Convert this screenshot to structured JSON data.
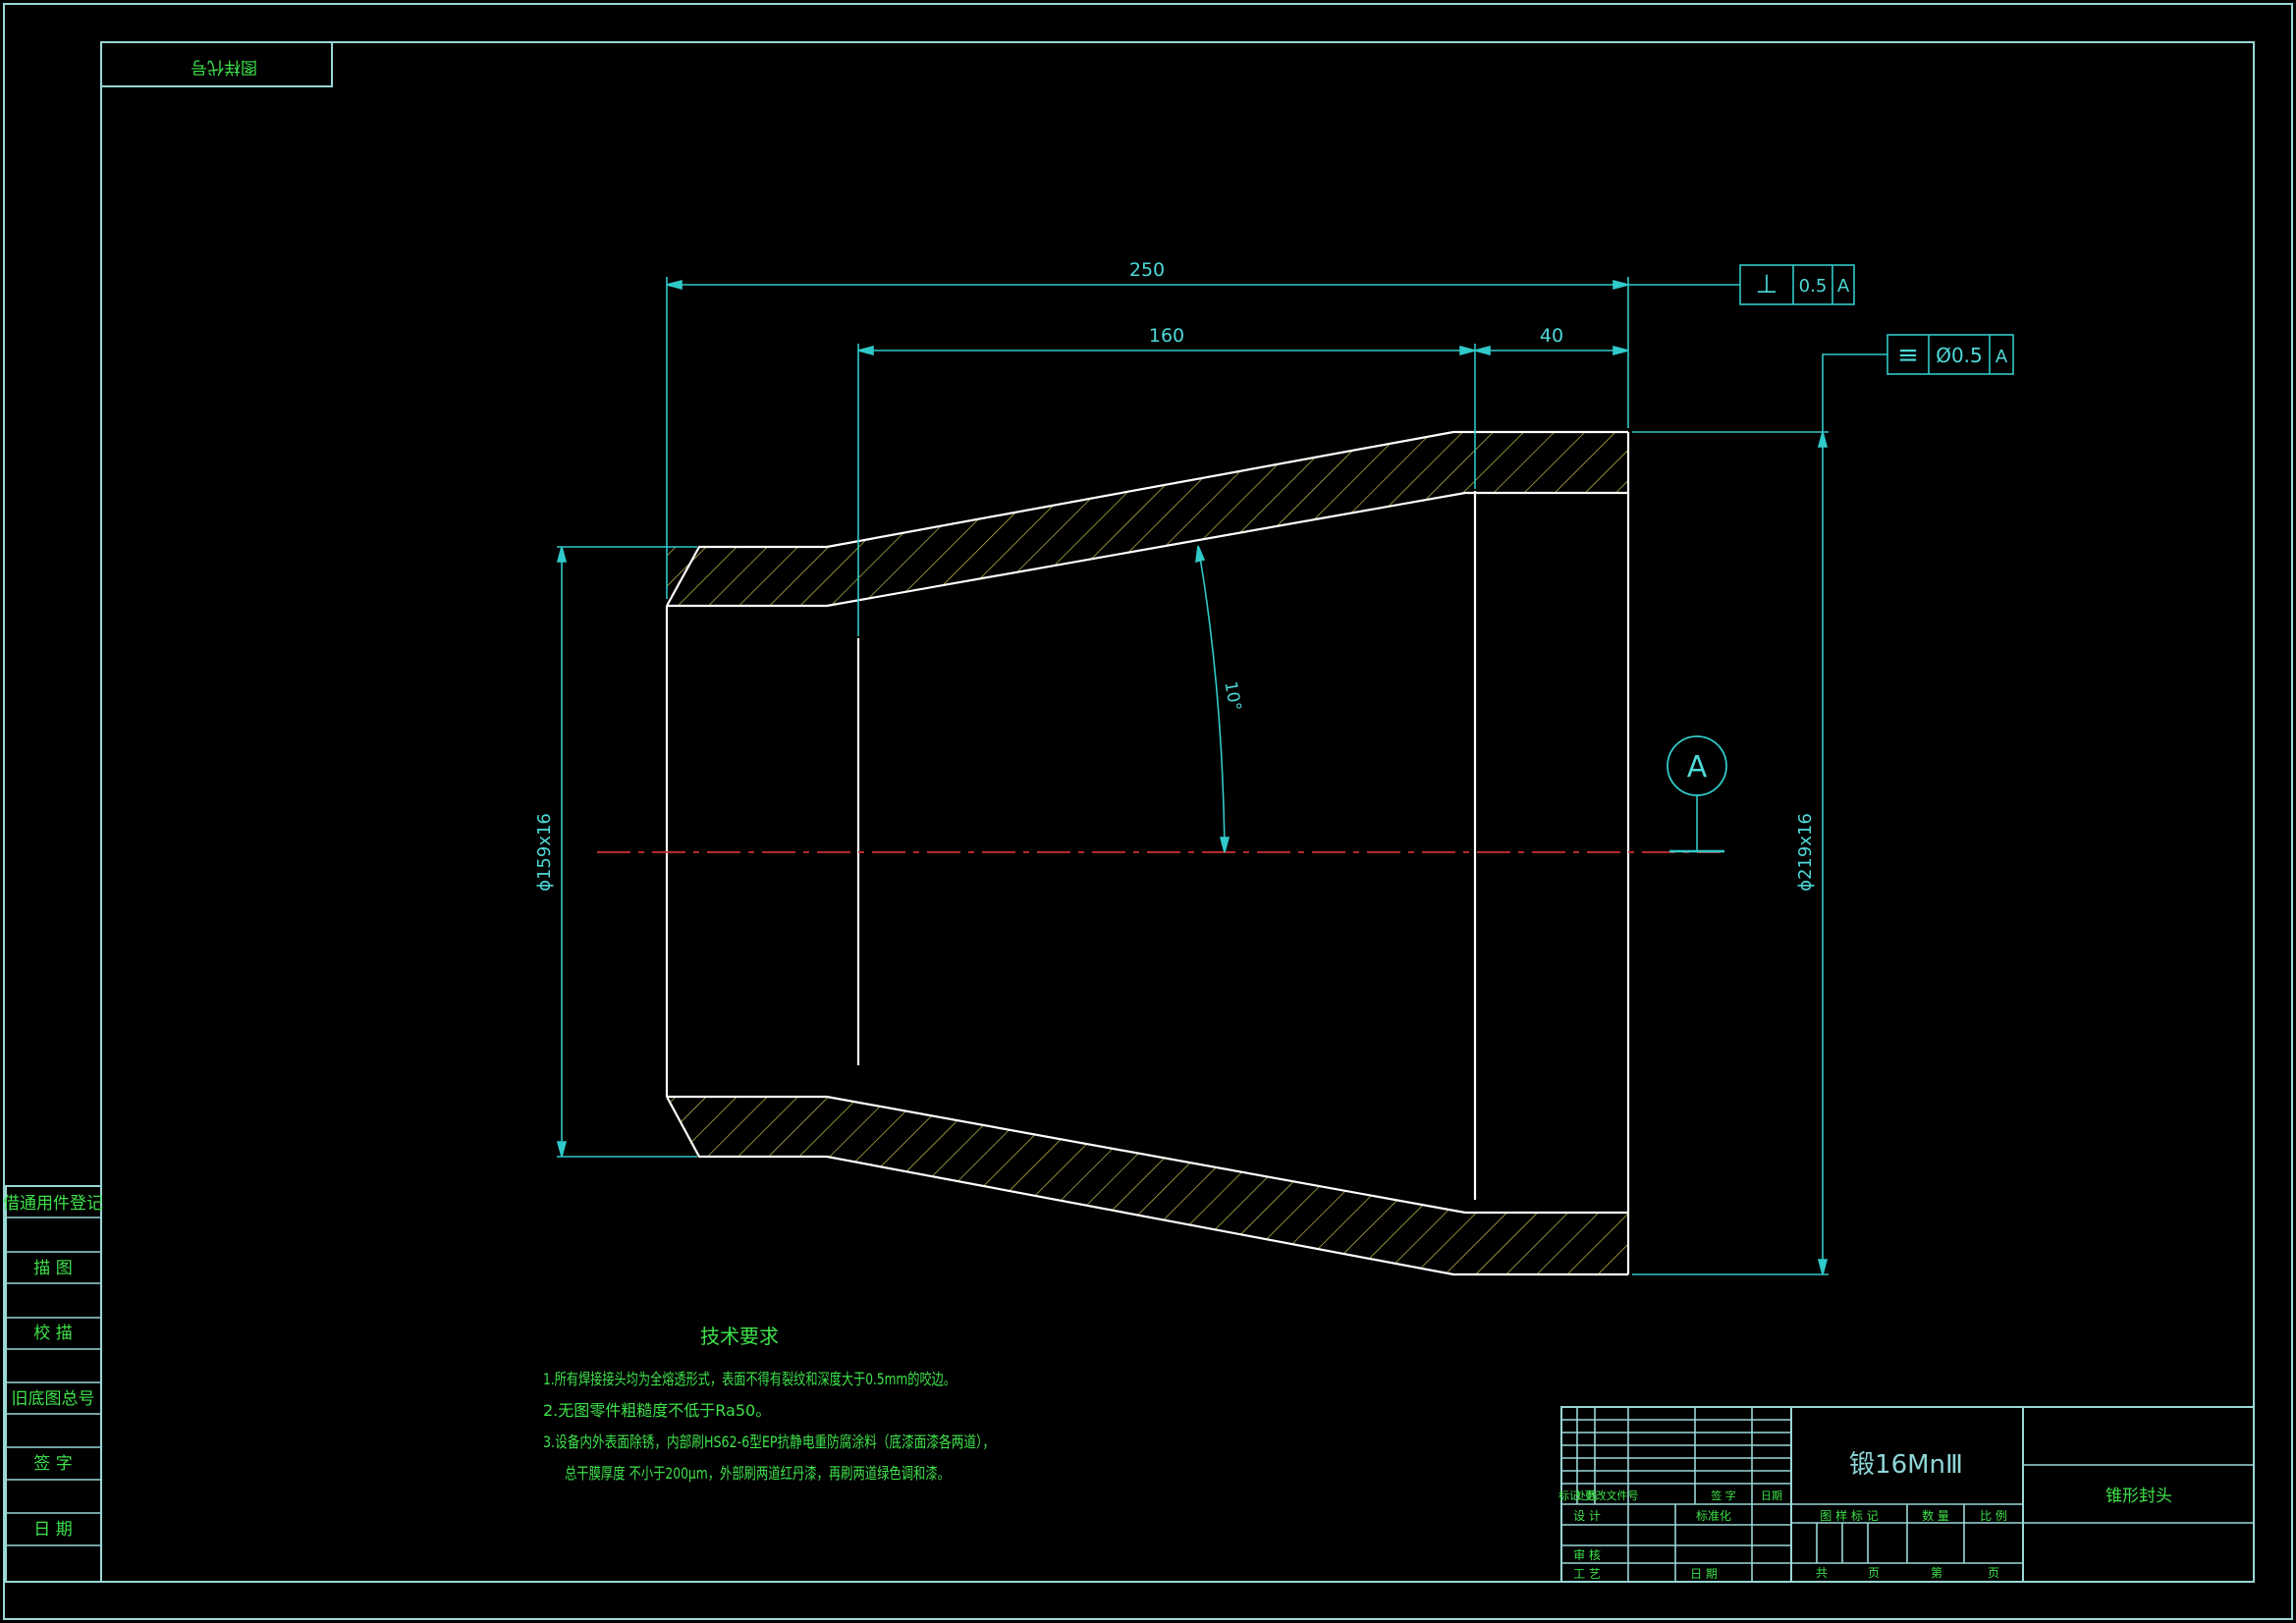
{
  "drawing": {
    "corner_label": "图样代号",
    "dimensions": {
      "overall_length": "250",
      "cone_length": "160",
      "straight_length": "40",
      "small_diameter": "ϕ159x16",
      "large_diameter": "ϕ219x16",
      "angle": "10°"
    },
    "tolerances": {
      "perpendicularity": {
        "symbol": "⊥",
        "value": "0.5",
        "datum": "A"
      },
      "symmetry": {
        "symbol": "≡",
        "value": "Ø0.5",
        "datum": "A"
      }
    },
    "datum_label": "A"
  },
  "side_panel": {
    "items": [
      "借通用件登记",
      "描 图",
      "校 描",
      "旧底图总号",
      "签 字",
      "日 期"
    ]
  },
  "tech_requirements": {
    "title": "技术要求",
    "lines": [
      "1.所有焊接接头均为全熔透形式，表面不得有裂纹和深度大于0.5mm的咬边。",
      "2.无图零件粗糙度不低于Ra50。",
      "3.设备内外表面除锈，内部刷HS62-6型EP抗静电重防腐涂料（底漆面漆各两道），",
      "总干膜厚度 不小于200μm，外部刷两道红丹漆，再刷两道绿色调和漆。"
    ]
  },
  "title_block": {
    "material": "锻16MnⅢ",
    "part_name": "锥形封头",
    "revision_headers": [
      "标记",
      "处数",
      "更改文件号",
      "签 字",
      "日期"
    ],
    "role_labels": [
      "设 计",
      "审 核",
      "工 艺"
    ],
    "standardization": "标准化",
    "date_label": "日 期",
    "stage_headers": [
      "图 样 标 记",
      "数 量",
      "比 例"
    ],
    "sheet_labels": [
      "共",
      "页",
      "第",
      "页"
    ]
  },
  "colors": {
    "background": "#000000",
    "frame": "#9ad7d7",
    "dimension": "#31c9c9",
    "outline": "#ffffff",
    "hatch": "#c9c24a",
    "centerline": "#d03030",
    "annotation_text": "#3ee24a"
  }
}
